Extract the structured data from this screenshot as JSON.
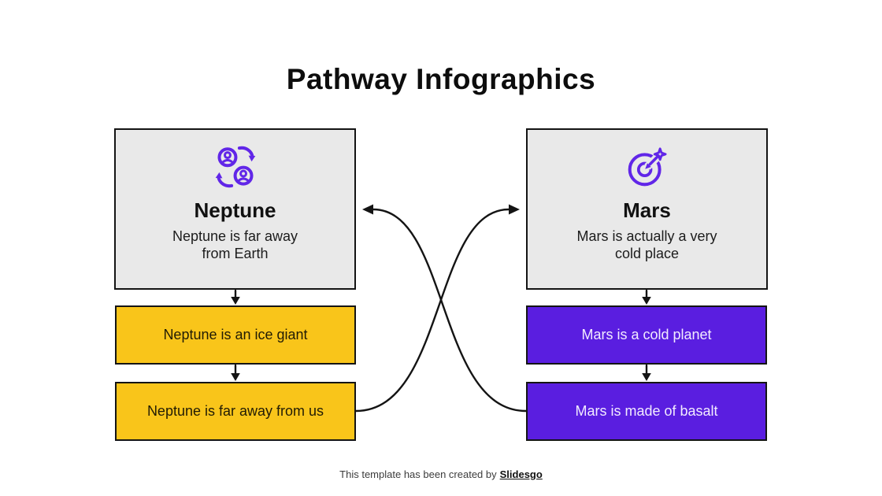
{
  "slide": {
    "title": "Pathway Infographics",
    "footer": {
      "prefix": "This template has been created by",
      "brand": "Slidesgo"
    }
  },
  "colors": {
    "background": "#ffffff",
    "card_fill": "#e9e9e9",
    "outline": "#141414",
    "accent_yellow": "#f9c51a",
    "accent_purple": "#5a1ee0",
    "icon_purple": "#6126e8",
    "text_dark": "#111111",
    "text_on_purple": "#f2ebff"
  },
  "columns": [
    {
      "key": "neptune",
      "icon": "users-exchange-icon",
      "card": {
        "title": "Neptune",
        "subtitle_line1": "Neptune is far away",
        "subtitle_line2": "from Earth"
      },
      "steps": [
        {
          "label": "Neptune is an ice giant"
        },
        {
          "label": "Neptune is far away from us"
        }
      ],
      "theme": "yellow"
    },
    {
      "key": "mars",
      "icon": "target-dart-icon",
      "card": {
        "title": "Mars",
        "subtitle_line1": "Mars is actually a very",
        "subtitle_line2": "cold place"
      },
      "steps": [
        {
          "label": "Mars is a cold planet"
        },
        {
          "label": "Mars is made of basalt"
        }
      ],
      "theme": "purple"
    }
  ]
}
